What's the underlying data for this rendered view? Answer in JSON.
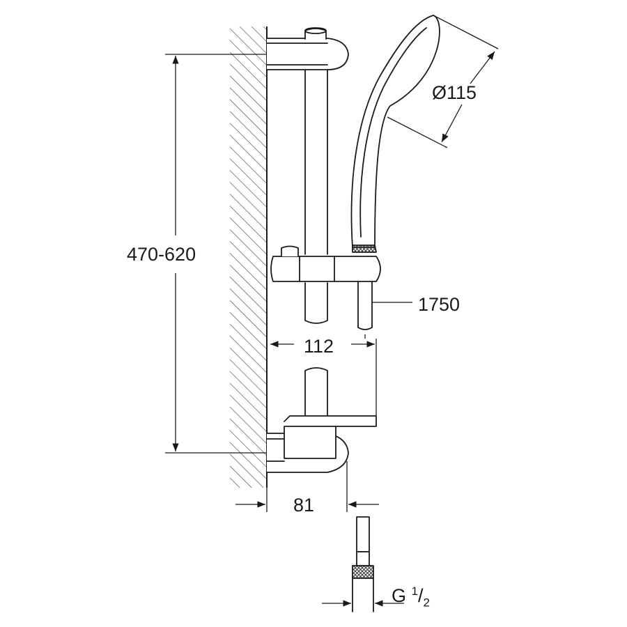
{
  "diagram": {
    "colors": {
      "ink": "#1a1a1a",
      "paper": "#ffffff"
    },
    "dimensions": {
      "height_range": "470-620",
      "handset_diameter": "Ø115",
      "hose_length": "1750",
      "slider_offset": "112",
      "wall_offset": "81",
      "thread": {
        "prefix": "G ",
        "num": "1",
        "den": "2"
      }
    }
  }
}
